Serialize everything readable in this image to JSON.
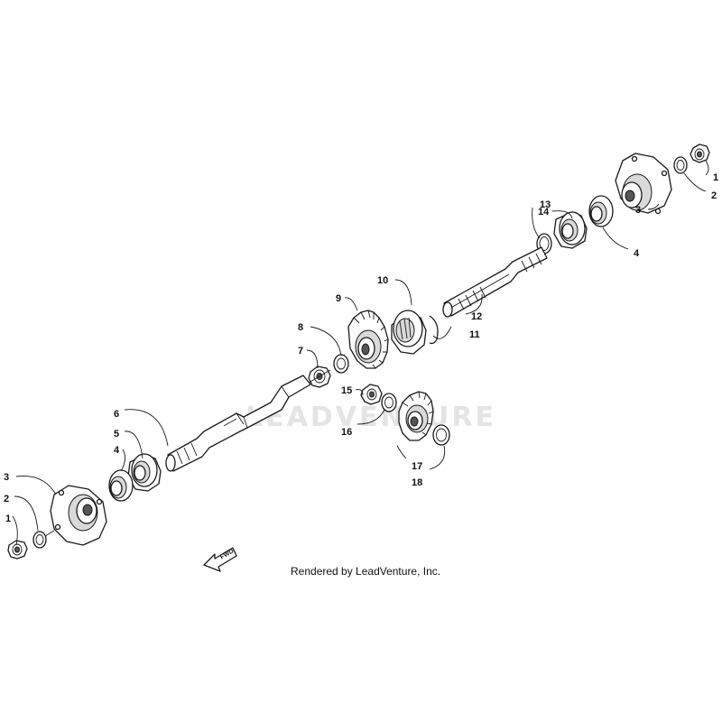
{
  "diagram": {
    "watermark": "LEADVENTURE",
    "credit": "Rendered by LeadVenture, Inc.",
    "fwd_label": "FWD",
    "callouts": [
      {
        "id": "c1-right",
        "label": "1"
      },
      {
        "id": "c2-right",
        "label": "2"
      },
      {
        "id": "c3-right",
        "label": "3"
      },
      {
        "id": "c4-right",
        "label": "4"
      },
      {
        "id": "c14",
        "label": "14"
      },
      {
        "id": "c13",
        "label": "13"
      },
      {
        "id": "c10",
        "label": "10"
      },
      {
        "id": "c9",
        "label": "9"
      },
      {
        "id": "c8",
        "label": "8"
      },
      {
        "id": "c7",
        "label": "7"
      },
      {
        "id": "c12",
        "label": "12"
      },
      {
        "id": "c11",
        "label": "11"
      },
      {
        "id": "c15",
        "label": "15"
      },
      {
        "id": "c16",
        "label": "16"
      },
      {
        "id": "c17",
        "label": "17"
      },
      {
        "id": "c18",
        "label": "18"
      },
      {
        "id": "c6",
        "label": "6"
      },
      {
        "id": "c5",
        "label": "5"
      },
      {
        "id": "c4-left",
        "label": "4"
      },
      {
        "id": "c3-left",
        "label": "3"
      },
      {
        "id": "c2-left",
        "label": "2"
      },
      {
        "id": "c1-left",
        "label": "1"
      }
    ]
  }
}
